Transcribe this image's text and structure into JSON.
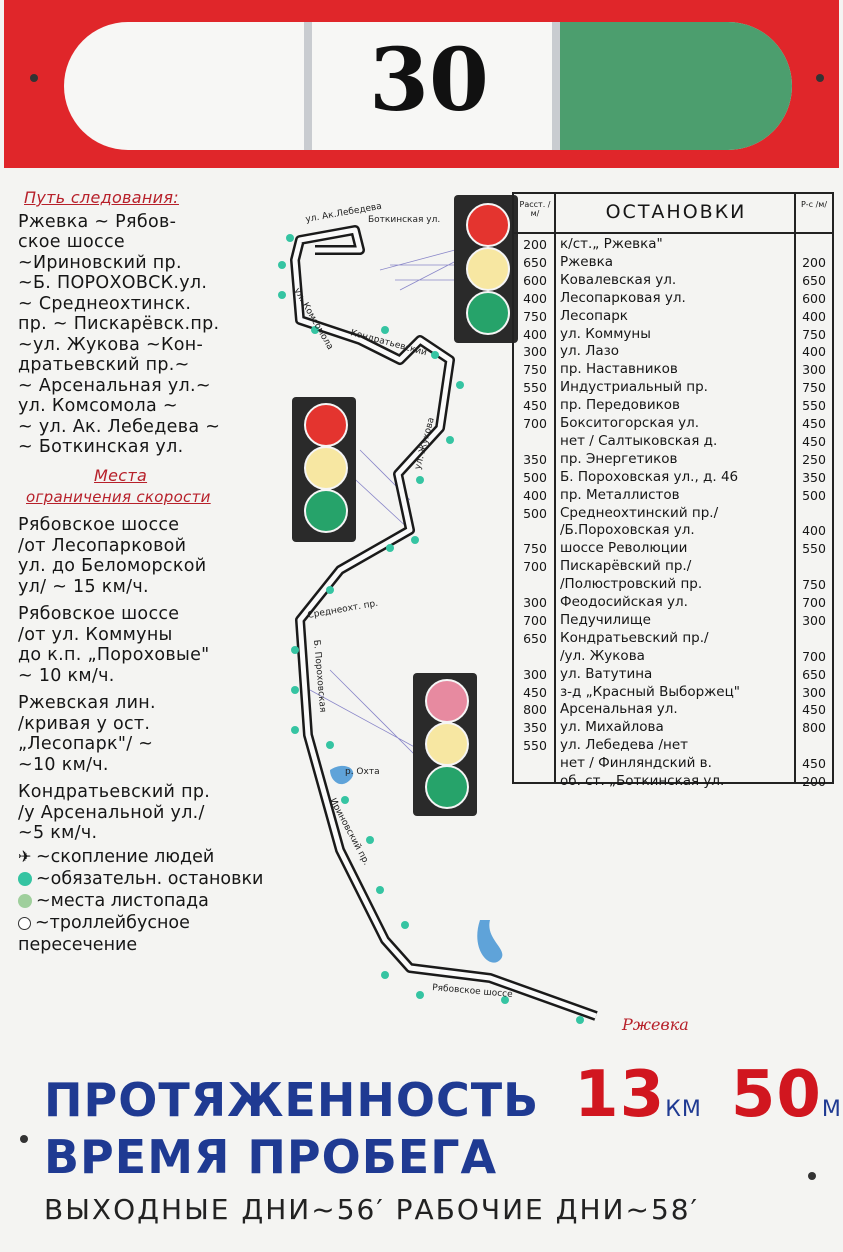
{
  "route": {
    "number": "30"
  },
  "colors": {
    "red": "#e0262a",
    "green": "#4c9e6e",
    "blue": "#1f3a92",
    "accent_red": "#d1161f"
  },
  "path": {
    "heading": "Путь следования:",
    "lines": [
      "Ржевка ~ Рябов-",
      "ское шоссе",
      "~Ириновский пр.",
      "~Б. ПОРОХОВСК.ул.",
      "~ Среднеохтинск.",
      "пр. ~ Пискарёвск.пр.",
      "~ул. Жукова ~Кон-",
      "дратьевский пр.~",
      "~ Арсенальная ул.~",
      "ул. Комсомола ~",
      "~ ул. Ак. Лебедева ~",
      "~ Боткинская ул."
    ]
  },
  "speed": {
    "heading1": "Места",
    "heading2": "ограничения скорости",
    "items": [
      [
        "Рябовское шоссе",
        "/от Лесопарковой",
        "ул. до Беломорской",
        "ул/ ~ 15 км/ч."
      ],
      [
        "Рябовское шоссе",
        "/от ул. Коммуны",
        "до к.п. „Пороховые\"",
        "~ 10 км/ч."
      ],
      [
        "Ржевская лин.",
        "/кривая у ост.",
        "„Лесопарк\"/ ~",
        "~10 км/ч."
      ],
      [
        "Кондратьевский пр.",
        "/у Арсенальной ул./",
        "~5 км/ч."
      ]
    ]
  },
  "legend": [
    {
      "icon": "crowd-icon",
      "label": "~скопление людей"
    },
    {
      "icon": "stop-dot-icon",
      "label": "~обязательн. остановки"
    },
    {
      "icon": "leaf-dot-icon",
      "label": "~места листопада"
    },
    {
      "icon": "trolley-crossing-icon",
      "label": "~троллейбусное"
    },
    {
      "icon": "",
      "label": "пересечение"
    }
  ],
  "stops": {
    "col_dist": "Расст. /м/",
    "col_name": "ОСТАНОВКИ",
    "col_rev": "Р-с /м/",
    "rows": [
      {
        "d": "200",
        "n": "к/ст.„ Ржевка\"",
        "r": ""
      },
      {
        "d": "650",
        "n": "Ржевка",
        "r": "200"
      },
      {
        "d": "600",
        "n": "Ковалевская ул.",
        "r": "650"
      },
      {
        "d": "400",
        "n": "Лесопарковая ул.",
        "r": "600"
      },
      {
        "d": "750",
        "n": "Лесопарк",
        "r": "400"
      },
      {
        "d": "400",
        "n": "ул. Коммуны",
        "r": "750"
      },
      {
        "d": "300",
        "n": "ул. Лазо",
        "r": "400"
      },
      {
        "d": "750",
        "n": "пр. Наставников",
        "r": "300"
      },
      {
        "d": "550",
        "n": "Индустриальный пр.",
        "r": "750"
      },
      {
        "d": "450",
        "n": "пр. Передовиков",
        "r": "550"
      },
      {
        "d": "700",
        "n": "Бокситогорская ул.",
        "r": "450"
      },
      {
        "d": "",
        "n": "нет / Салтыковская д.",
        "r": "450"
      },
      {
        "d": "350",
        "n": "пр. Энергетиков",
        "r": "250"
      },
      {
        "d": "500",
        "n": "Б. Пороховская ул., д. 46",
        "r": "350"
      },
      {
        "d": "400",
        "n": "пр. Металлистов",
        "r": "500"
      },
      {
        "d": "500",
        "n": "Среднеохтинский пр./",
        "r": ""
      },
      {
        "d": "",
        "n": "/Б.Пороховская ул.",
        "r": "400"
      },
      {
        "d": "750",
        "n": "шоссе Революции",
        "r": "550"
      },
      {
        "d": "700",
        "n": "Пискарёвский пр./",
        "r": ""
      },
      {
        "d": "",
        "n": "/Полюстровский пр.",
        "r": "750"
      },
      {
        "d": "300",
        "n": "Феодосийская ул.",
        "r": "700"
      },
      {
        "d": "700",
        "n": "Педучилище",
        "r": "300"
      },
      {
        "d": "650",
        "n": "Кондратьевский пр./",
        "r": ""
      },
      {
        "d": "",
        "n": "/ул. Жукова",
        "r": "700"
      },
      {
        "d": "300",
        "n": "ул. Ватутина",
        "r": "650"
      },
      {
        "d": "450",
        "n": "з-д „Красный Выборжец\"",
        "r": "300"
      },
      {
        "d": "800",
        "n": "Арсенальная ул.",
        "r": "450"
      },
      {
        "d": "350",
        "n": "ул. Михайлова",
        "r": "800"
      },
      {
        "d": "550",
        "n": "ул. Лебедева /нет",
        "r": ""
      },
      {
        "d": "",
        "n": "нет / Финляндский в.",
        "r": "450"
      },
      {
        "d": "",
        "n": "об. ст. „Боткинская ул.",
        "r": "200"
      }
    ]
  },
  "map": {
    "labels": {
      "botkinskaya": "Боткинская ул.",
      "akl": "ул. Ак.Лебедева",
      "komsomola": "ул. Комсомола",
      "kondr": "Кондратьевский",
      "srednoh": "Среднеохт. пр.",
      "bporoh": "Б. Пороховская",
      "okhta": "р. Охта",
      "irinov": "Ириновский пр.",
      "ryab": "Рябовское шоссе",
      "rzhevka": "Ржевка",
      "zhukova": "ул. Жукова"
    }
  },
  "bottom": {
    "length_label": "ПРОТЯЖЕННОСТЬ",
    "km": "13",
    "km_unit": "КМ",
    "m": "50",
    "m_unit": "М",
    "time_label": "ВРЕМЯ ПРОБЕГА",
    "days": "ВЫХОДНЫЕ ДНИ~56′ РАБОЧИЕ ДНИ~58′"
  }
}
